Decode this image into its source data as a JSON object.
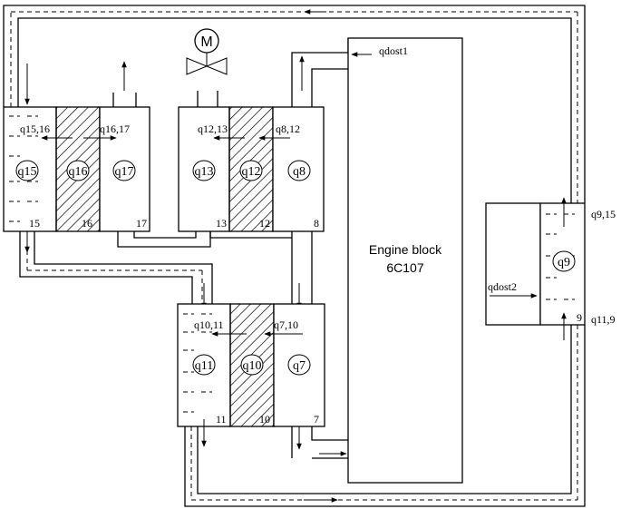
{
  "diagram": {
    "engine_block": {
      "line1": "Engine block",
      "line2": "6C107"
    },
    "motor_label": "M",
    "nodes": {
      "n7": "q7",
      "n8": "q8",
      "n9": "q9",
      "n10": "q10",
      "n11": "q11",
      "n12": "q12",
      "n13": "q13",
      "n15": "q15",
      "n16": "q16",
      "n17": "q17"
    },
    "numbers": {
      "n7": "7",
      "n8": "8",
      "n9": "9",
      "n10": "10",
      "n11": "11",
      "n12": "12",
      "n13": "13",
      "n15": "15",
      "n16": "16",
      "n17": "17"
    },
    "flows": {
      "f15_16": "q15,16",
      "f16_17": "q16,17",
      "f12_13": "q12,13",
      "f8_12": "q8,12",
      "f10_11": "q10,11",
      "f7_10": "q7,10",
      "f9_15": "q9,15",
      "f11_9": "q11,9",
      "dost1": "qdost1",
      "dost2": "qdost2"
    }
  }
}
